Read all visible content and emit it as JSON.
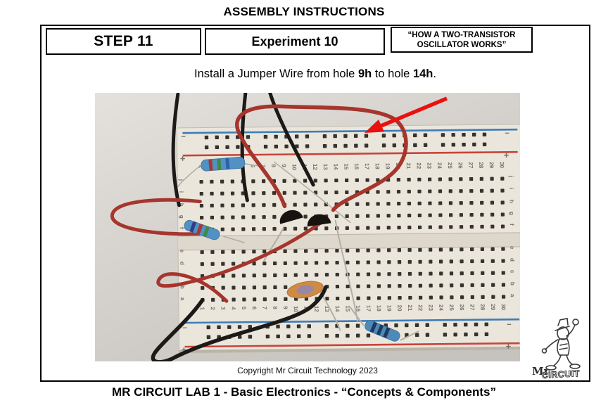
{
  "page": {
    "title": "ASSEMBLY INSTRUCTIONS",
    "footer": "MR CIRCUIT LAB 1 - Basic Electronics - “Concepts & Components”"
  },
  "header": {
    "step_label": "STEP 11",
    "experiment_label": "Experiment 10",
    "topic_line1": "“HOW A TWO-TRANSISTOR",
    "topic_line2": "OSCILLATOR WORKS”"
  },
  "instruction": {
    "part1": "Install a Jumper Wire from hole ",
    "hole1": "9h",
    "part2": " to hole ",
    "hole2": "14h",
    "part3": "."
  },
  "photo": {
    "caption": "Copyright Mr Circuit Technology 2023",
    "breadboard": {
      "column_numbers": [
        "1",
        "2",
        "3",
        "4",
        "5",
        "6",
        "7",
        "8",
        "9",
        "10",
        "11",
        "12",
        "13",
        "14",
        "15",
        "16",
        "17",
        "18",
        "19",
        "20",
        "21",
        "22",
        "23",
        "24",
        "25",
        "26",
        "27",
        "28",
        "29",
        "30"
      ],
      "row_letters_top": [
        "j",
        "i",
        "h",
        "g",
        "f"
      ],
      "row_letters_bottom": [
        "e",
        "d",
        "c",
        "b",
        "a"
      ],
      "rail_negative": "−",
      "rail_positive": "+"
    }
  },
  "logo": {
    "line1": "Mr",
    "line2": "CIRCUIT"
  },
  "colors": {
    "arrow": "#e8120e",
    "wire_red": "#a6352e",
    "wire_black": "#1c1a18",
    "rail_blue": "#3e7cb8",
    "rail_red": "#c8443c",
    "board": "#eae6db",
    "hole": "#36322c"
  }
}
